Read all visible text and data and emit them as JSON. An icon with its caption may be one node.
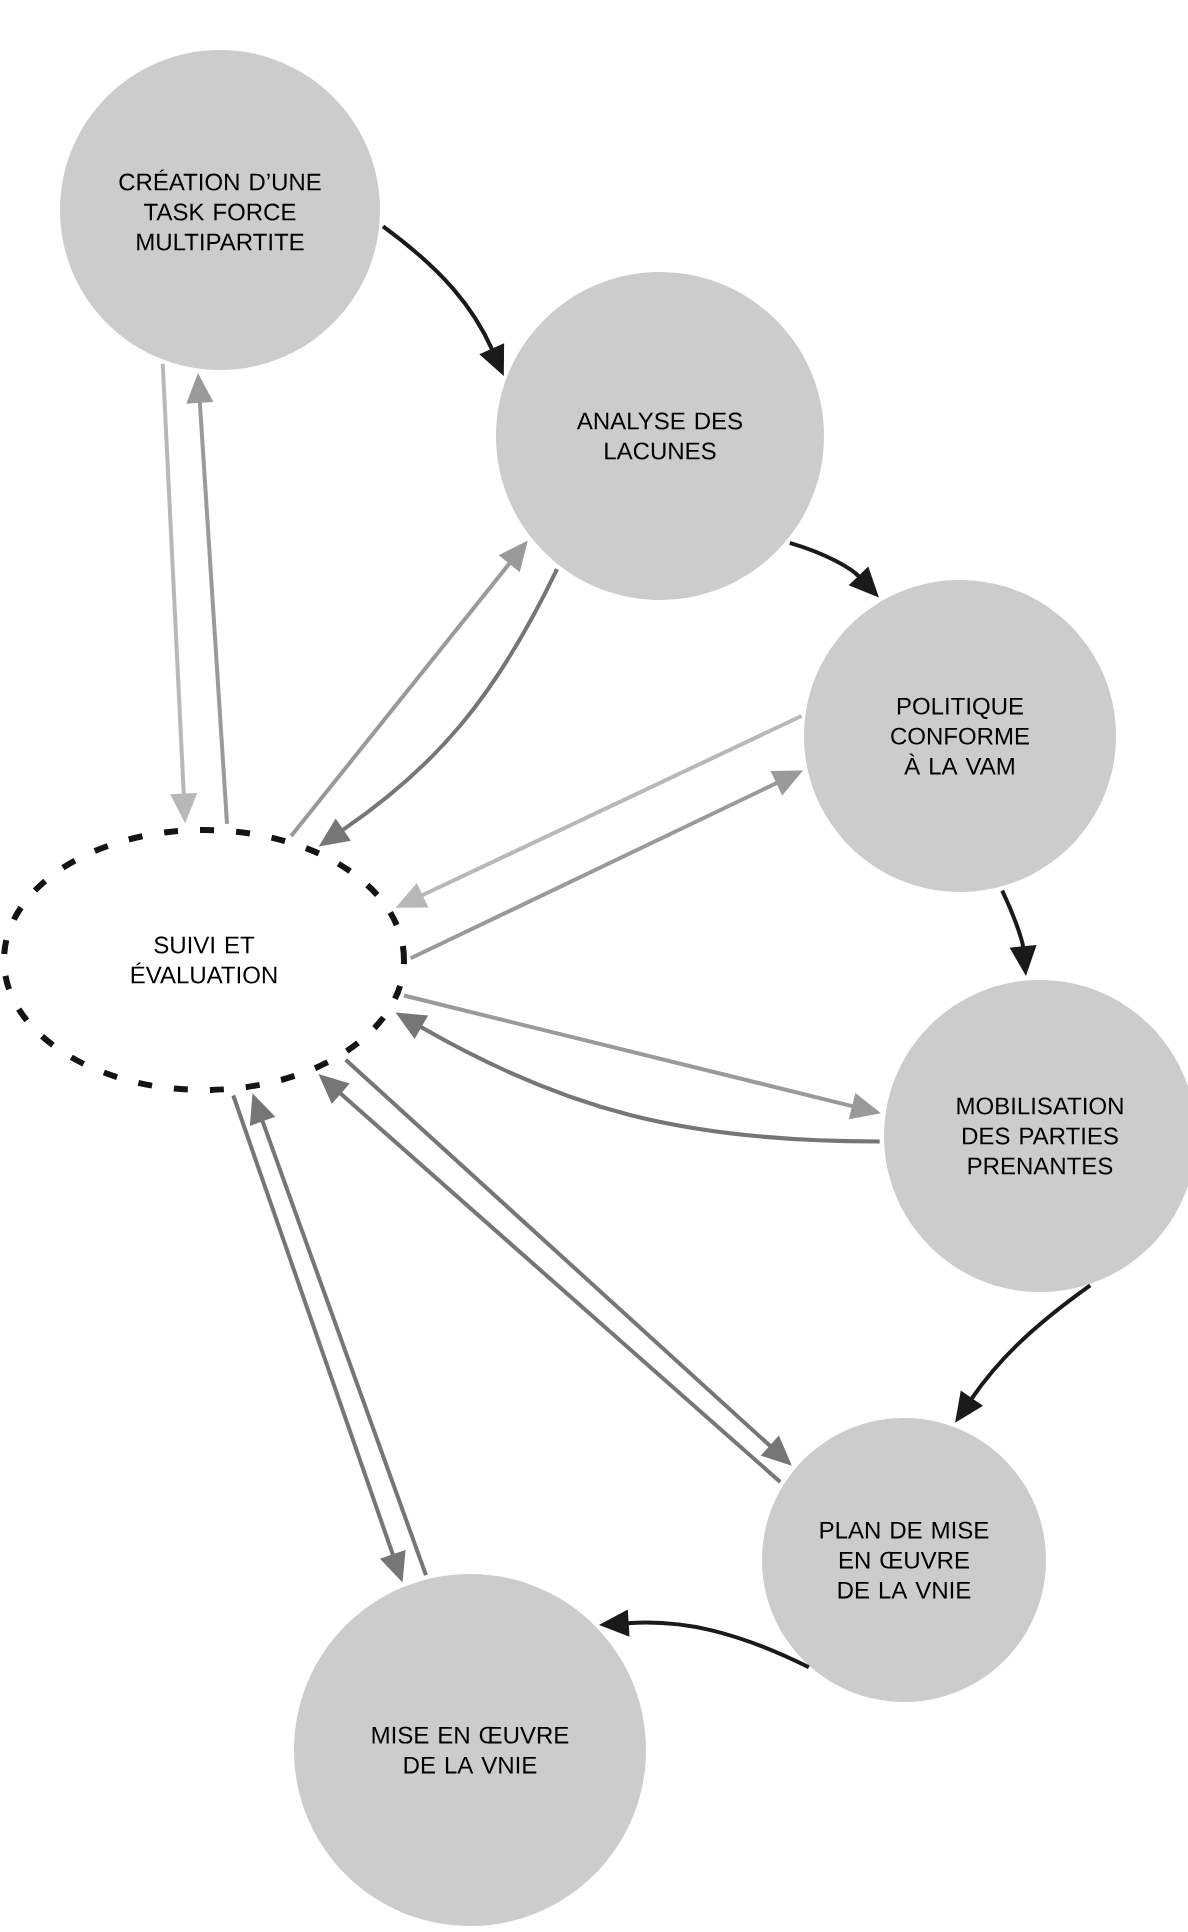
{
  "diagram": {
    "nodes": [
      {
        "text": [
          "CRÉATION D’UNE TASK FORCE MULTIPARTITE"
        ]
      },
      {
        "text": [
          "ANALYSE DES LACUNES"
        ]
      },
      {
        "text": [
          "POLITIQUE CONFORME À LA VAM"
        ]
      },
      {
        "text": [
          "MOBILISATION DES PARTIES PRENANTES"
        ]
      },
      {
        "text": [
          "PLAN DE MISE EN ŒUVRE DE LA VNIE"
        ]
      },
      {
        "text": [
          "MISE EN ŒUVRE DE LA VNIE"
        ]
      },
      {
        "text": [
          "SUIVI ET ÉVALUATION"
        ]
      }
    ],
    "edges": [
      {
        "from": 0,
        "to": 1,
        "arrow": "to",
        "color": "#1a1a1a"
      },
      {
        "from": 1,
        "to": 2,
        "arrow": "to",
        "color": "#1a1a1a"
      },
      {
        "from": 2,
        "to": 3,
        "arrow": "to",
        "color": "#1a1a1a"
      },
      {
        "from": 3,
        "to": 4,
        "arrow": "to",
        "color": "#1a1a1a"
      },
      {
        "from": 4,
        "to": 5,
        "arrow": "to",
        "color": "#1a1a1a"
      },
      {
        "from": 0,
        "to": 6,
        "arrow": "to",
        "color": "#b8b8b8"
      },
      {
        "from": 6,
        "to": 0,
        "arrow": "to",
        "color": "#9a9a9a"
      },
      {
        "from": 6,
        "to": 1,
        "arrow": "to",
        "color": "#9a9a9a"
      },
      {
        "from": 1,
        "to": 6,
        "arrow": "to"
      },
      {
        "from": 2,
        "to": 6,
        "arrow": "to",
        "color": "#b8b8b8"
      },
      {
        "from": 6,
        "to": 2,
        "arrow": "to",
        "color": "#9a9a9a"
      },
      {
        "from": 6,
        "to": 3,
        "arrow": "to",
        "color": "#9a9a9a"
      },
      {
        "from": 3,
        "to": 6,
        "arrow": "to"
      },
      {
        "from": 6,
        "to": 4,
        "arrow": "to"
      },
      {
        "from": 4,
        "to": 6,
        "arrow": "to"
      },
      {
        "from": 6,
        "to": 5,
        "arrow": "to"
      },
      {
        "from": 5,
        "to": 6,
        "arrow": "to"
      }
    ]
  }
}
